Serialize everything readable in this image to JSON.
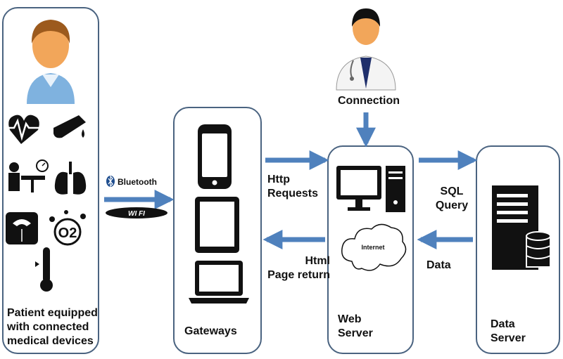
{
  "patient": {
    "caption": "Patient equipped\nwith connected\nmedical devices"
  },
  "doctor": {
    "caption": "Connection"
  },
  "gateways": {
    "caption": "Gateways"
  },
  "web_server": {
    "caption": "Web\nServer",
    "cloud_label": "Internet"
  },
  "data_server": {
    "caption": "Data\nServer"
  },
  "links": {
    "bluetooth": "Bluetooth",
    "wifi": "WI FI",
    "http_requests": "Http\nRequests",
    "html_return": "Html\nPage return",
    "sql_query": "SQL\nQuery",
    "data": "Data"
  },
  "device_icons": [
    "heart-rate-icon",
    "blood-drop-finger-icon",
    "blood-pressure-icon",
    "lungs-icon",
    "weight-scale-icon",
    "oxygen-icon",
    "thermometer-icon"
  ],
  "colors": {
    "arrow": "#4f81bd",
    "border": "#4a6380",
    "skin": "#f2a65a"
  },
  "o2_label": "O2"
}
